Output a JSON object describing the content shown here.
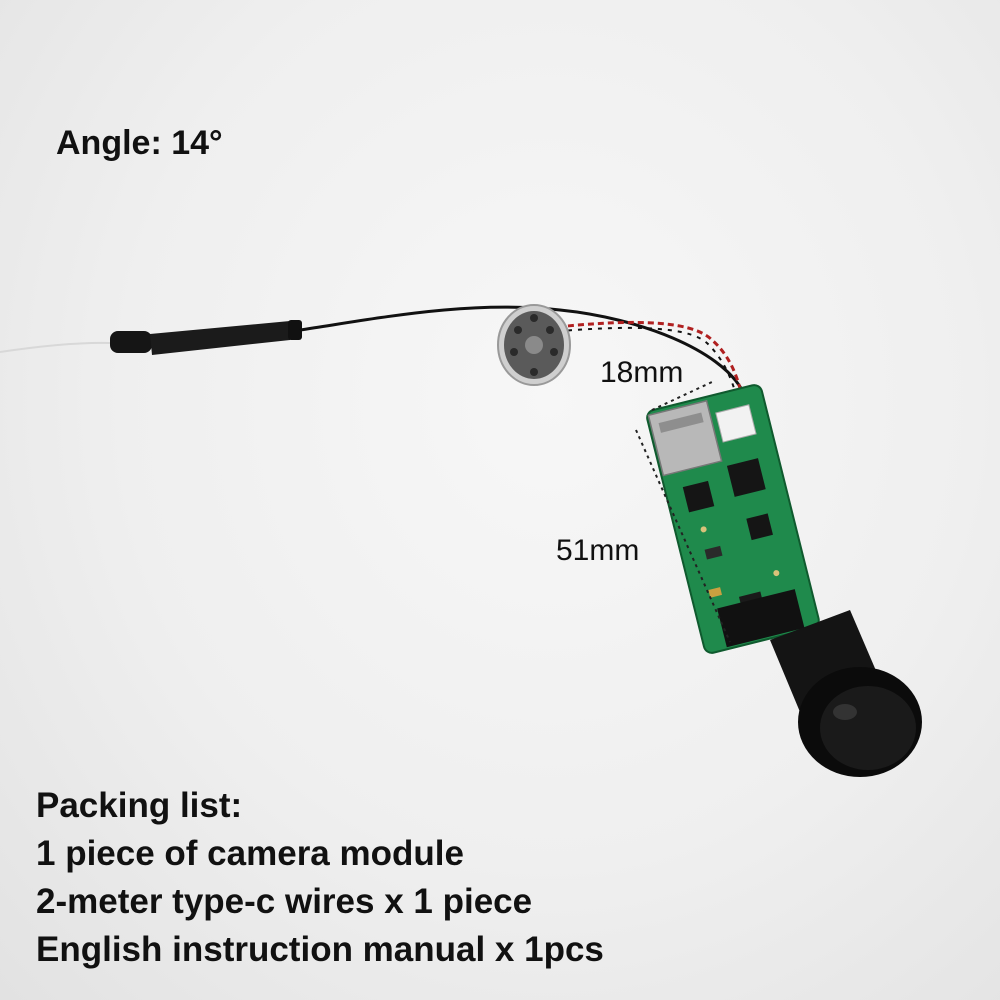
{
  "angle_label": "Angle: 14°",
  "dimensions": {
    "width": "18mm",
    "length": "51mm"
  },
  "packing_list": {
    "title": "Packing list:",
    "items": [
      "1 piece of camera module",
      "2-meter type-c wires x 1 piece",
      "English instruction manual x 1pcs"
    ]
  },
  "colors": {
    "background": "#efefef",
    "pcb_green": "#1f8a4c",
    "text": "#111111"
  }
}
